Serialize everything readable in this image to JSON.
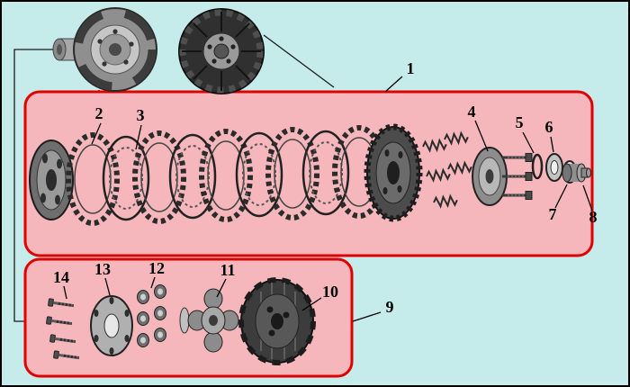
{
  "diagram": {
    "callouts": {
      "c1": "1",
      "c2": "2",
      "c3": "3",
      "c4": "4",
      "c5": "5",
      "c6": "6",
      "c7": "7",
      "c8": "8",
      "c9": "9",
      "c10": "10",
      "c11": "11",
      "c12": "12",
      "c13": "13",
      "c14": "14"
    },
    "colors": {
      "background": "#c6ebeb",
      "panel_fill": "#f5b7bb",
      "panel_border": "#e00000",
      "outline": "#000000"
    }
  }
}
